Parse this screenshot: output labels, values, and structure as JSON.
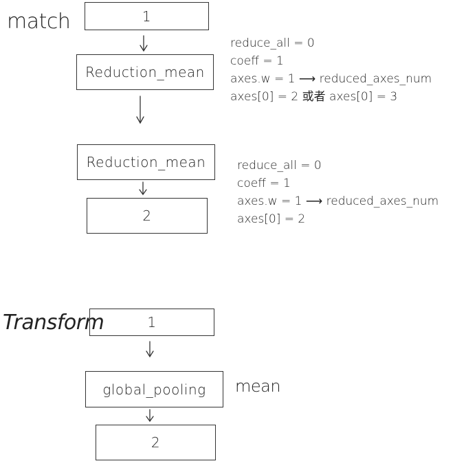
{
  "labels": {
    "match": "match",
    "transform": "Transform",
    "mean": "mean"
  },
  "boxes": {
    "m1": "1",
    "m2": "Reduction_mean",
    "m3": "Reduction_mean",
    "m4": "2",
    "t1": "1",
    "t2": "global_pooling",
    "t3": "2"
  },
  "notes_a": [
    "reduce_all = 0",
    "coeff = 1",
    "axes.w = 1 ⟶ reduced_axes_num",
    "axes[0] = 2 或者 axes[0] = 3"
  ],
  "notes_b": [
    "reduce_all = 0",
    "coeff = 1",
    "axes.w = 1 ⟶ reduced_axes_num",
    "axes[0] = 2"
  ]
}
